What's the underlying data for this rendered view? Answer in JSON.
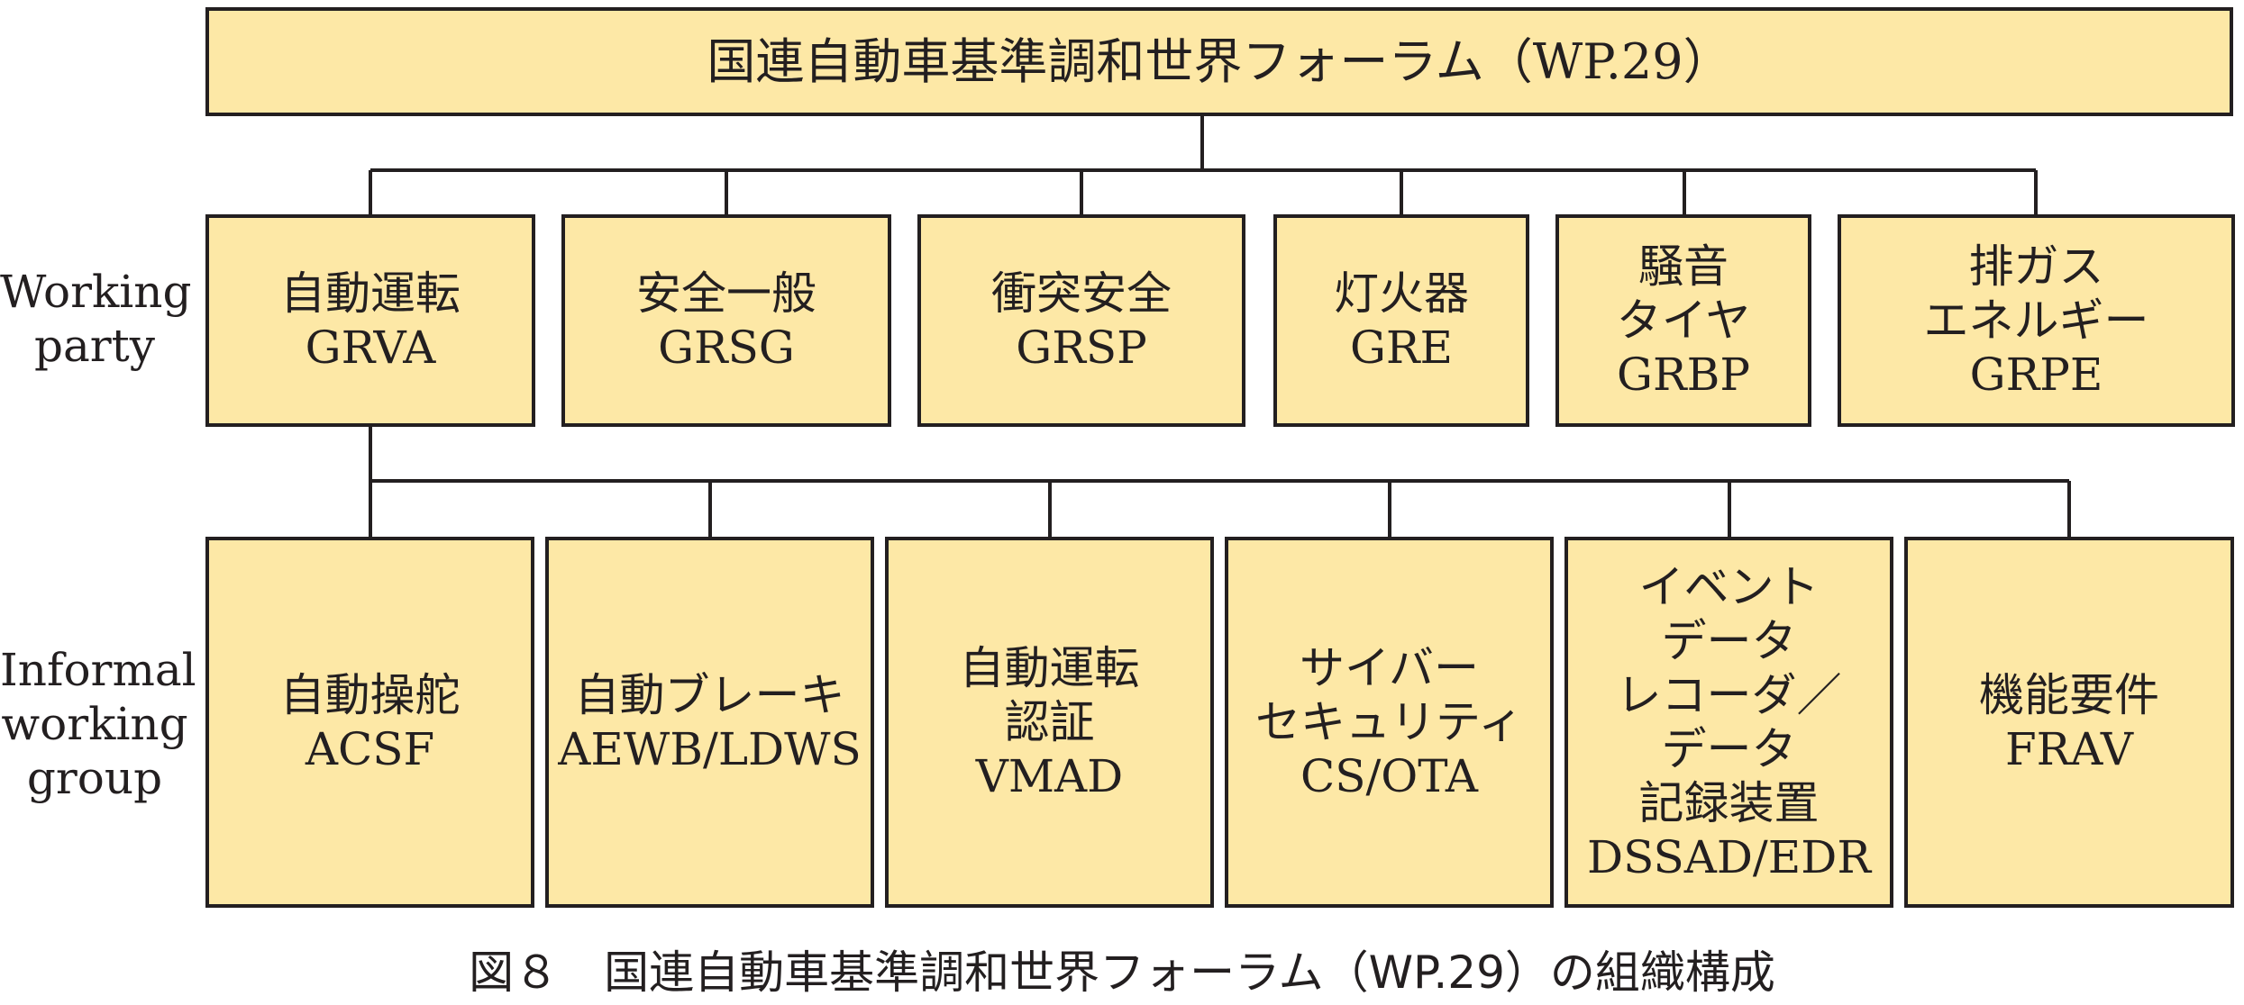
{
  "top": {
    "label": "国連自動車基準調和世界フォーラム（WP.29）"
  },
  "working_party": {
    "label_lines": [
      "Working",
      "party"
    ],
    "boxes": [
      {
        "lines": [
          "自動運転",
          "GRVA"
        ]
      },
      {
        "lines": [
          "安全一般",
          "GRSG"
        ]
      },
      {
        "lines": [
          "衝突安全",
          "GRSP"
        ]
      },
      {
        "lines": [
          "灯火器",
          "GRE"
        ]
      },
      {
        "lines": [
          "騒音",
          "タイヤ",
          "GRBP"
        ]
      },
      {
        "lines": [
          "排ガス",
          "エネルギー",
          "GRPE"
        ]
      }
    ]
  },
  "informal_group": {
    "label_lines": [
      "Informal",
      "working",
      "group"
    ],
    "boxes": [
      {
        "lines": [
          "自動操舵",
          "ACSF"
        ]
      },
      {
        "lines": [
          "自動ブレーキ",
          "AEWB/LDWS"
        ]
      },
      {
        "lines": [
          "自動運転",
          "認証",
          "VMAD"
        ]
      },
      {
        "lines": [
          "サイバー",
          "セキュリティ",
          "CS/OTA"
        ]
      },
      {
        "lines": [
          "イベント",
          "データ",
          "レコーダ／",
          "データ",
          "記録装置",
          "DSSAD/EDR"
        ]
      },
      {
        "lines": [
          "機能要件",
          "FRAV"
        ]
      }
    ]
  },
  "caption": "図８　国連自動車基準調和世界フォーラム（WP.29）の組織構成",
  "colors": {
    "box_fill": "#fde8a6",
    "line": "#231f20"
  }
}
